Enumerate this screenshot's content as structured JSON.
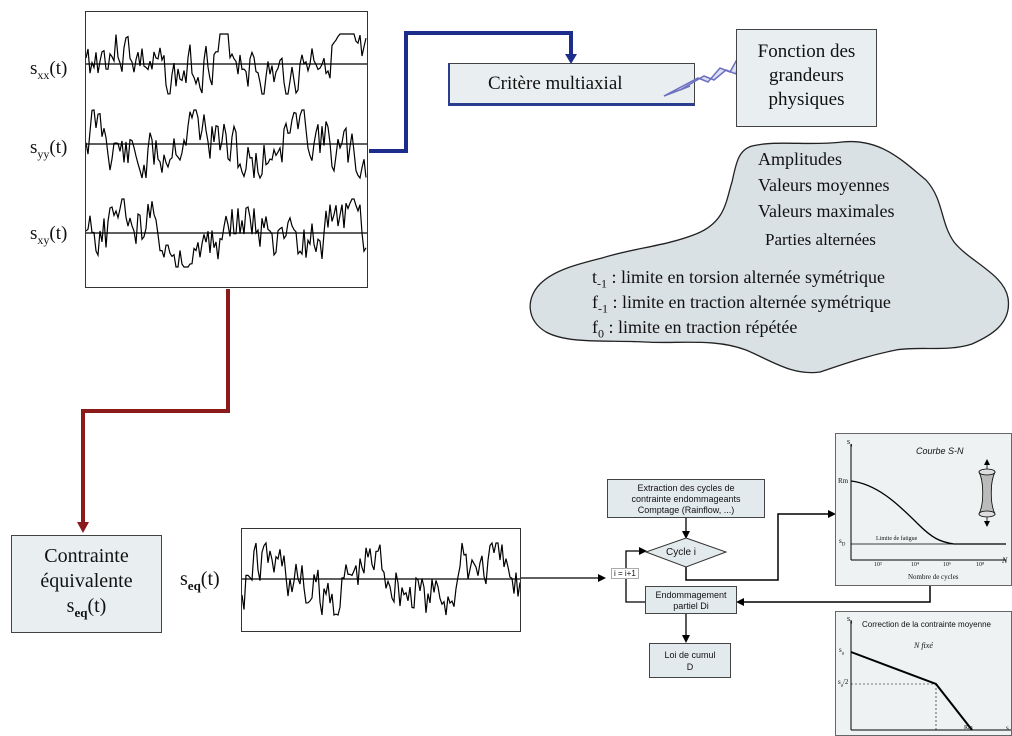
{
  "signals": {
    "sxx": {
      "s": "s",
      "sub": "xx",
      "t": "(t)"
    },
    "syy": {
      "s": "s",
      "sub": "yy",
      "t": "(t)"
    },
    "sxy": {
      "s": "s",
      "sub": "xy",
      "t": "(t)"
    }
  },
  "criterion": {
    "label": "Critère multiaxial"
  },
  "physics": {
    "line1": "Fonction des",
    "line2": "grandeurs",
    "line3": "physiques"
  },
  "cloud": {
    "amplitudes": "Amplitudes",
    "moyennes": "Valeurs moyennes",
    "maximales": "Valeurs maximales",
    "alternees": "Parties alternées",
    "t1": {
      "sym": "t",
      "sub": "-1",
      "text": " : limite en torsion alternée symétrique"
    },
    "f1": {
      "sym": "f",
      "sub": "-1",
      "text": " : limite en traction alternée symétrique"
    },
    "f0": {
      "sym": "f",
      "sub": "0",
      "text": "  : limite en traction répétée"
    }
  },
  "equivalent": {
    "line1": "Contrainte",
    "line2": "équivalente",
    "s": "s",
    "sub": "eq",
    "t": "(t)"
  },
  "seq_label": {
    "s": "s",
    "sub": "eq",
    "t": "(t)"
  },
  "flow": {
    "extraction": [
      "Extraction des cycles de",
      "contrainte endommageants",
      "Comptage (Rainflow, ...)"
    ],
    "cycle": "Cycle i",
    "increment": "i = i+1",
    "damage": [
      "Endommagement",
      "partiel Di"
    ],
    "cumul": [
      "Loi de cumul",
      "D"
    ]
  },
  "sn_chart": {
    "title": "Courbe S-N",
    "y_axis": "s",
    "y_axis_sub": "a",
    "rm": "Rm",
    "sd": "s",
    "sd_sub": "D",
    "fatigue_limit": "Limite de fatigue",
    "ticks": [
      "10²",
      "10⁴",
      "10⁶",
      "10⁸"
    ],
    "n_label": "N",
    "xlabel": "Nombre de cycles"
  },
  "goodman_chart": {
    "title": "Correction de la contrainte moyenne",
    "subtitle": "N fixé",
    "y_axis": "s",
    "y_axis_sub": "a",
    "y_top": "s",
    "y_top_sub": "a",
    "y_mid": "s",
    "y_mid_sub": "a",
    "y_mid_suffix": "/2",
    "rm": "Rm",
    "x_axis": "s"
  }
}
